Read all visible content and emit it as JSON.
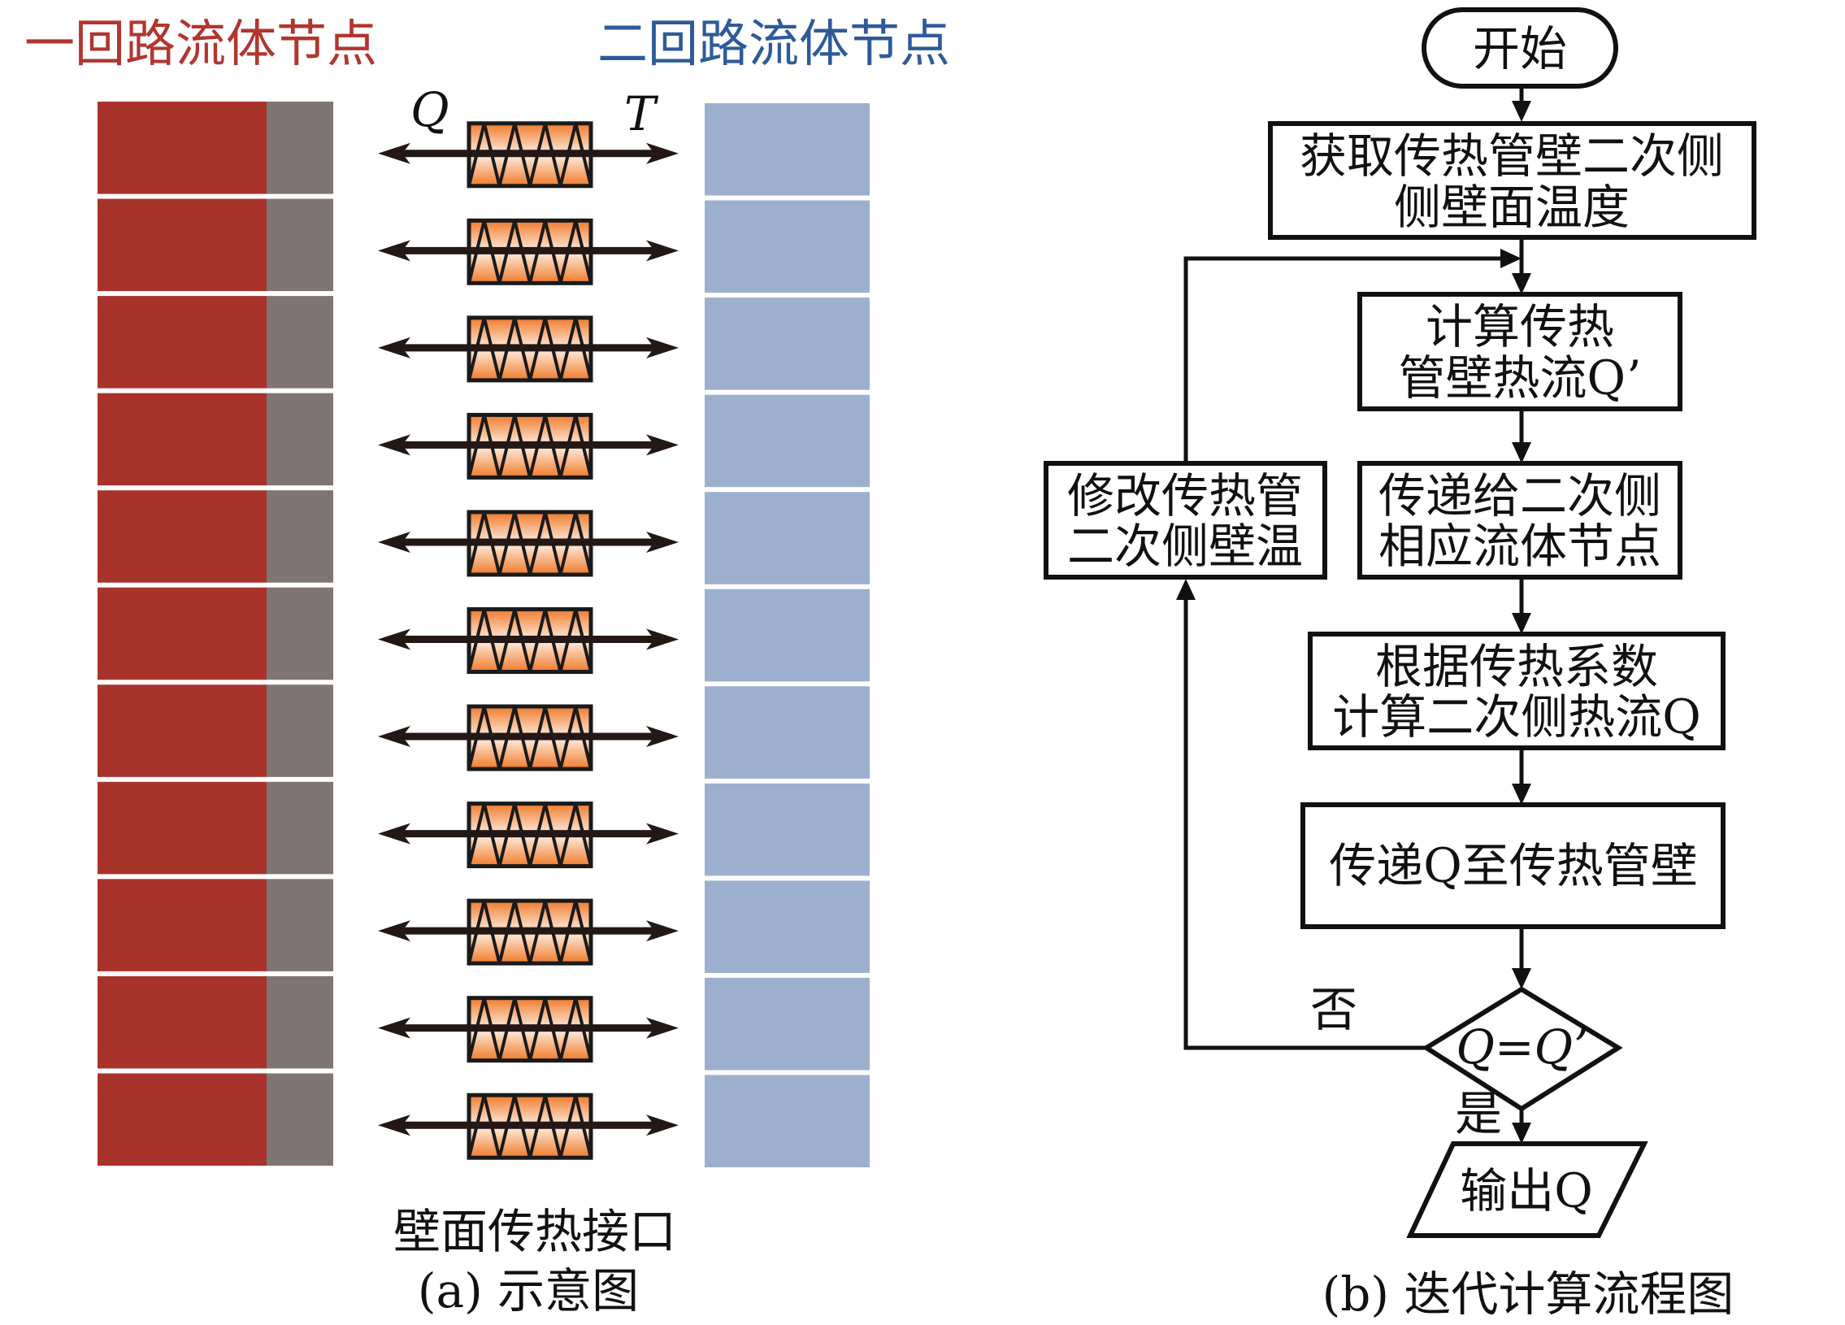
{
  "panel_a": {
    "primary_title": "一回路流体节点",
    "secondary_title": "二回路流体节点",
    "label_q": "Q",
    "label_t": "T",
    "row_count": 11,
    "interface_label": "壁面传热接口",
    "caption": "(a) 示意图",
    "colors": {
      "primary_fluid": "#a8332b",
      "wall": "#7f7574",
      "secondary_fluid": "#9cb0ce",
      "primary_title": "#b2352e",
      "secondary_title": "#2e5a9a",
      "coil_fill": "#f08a3c"
    }
  },
  "panel_b": {
    "start": "开始",
    "steps": [
      {
        "lines": [
          "获取传热管壁二次侧",
          "侧壁面温度"
        ]
      },
      {
        "lines": [
          "计算传热",
          "管壁热流Q’"
        ]
      },
      {
        "lines": [
          "传递给二次侧",
          "相应流体节点"
        ]
      },
      {
        "lines": [
          "根据传热系数",
          "计算二次侧热流Q"
        ]
      },
      {
        "lines": [
          "传递Q至传热管壁"
        ]
      }
    ],
    "modify_step": {
      "lines": [
        "修改传热管",
        "二次侧壁温"
      ]
    },
    "decision": "Q=Q’",
    "no_label": "否",
    "yes_label": "是",
    "output": "输出Q",
    "caption": "(b) 迭代计算流程图"
  }
}
